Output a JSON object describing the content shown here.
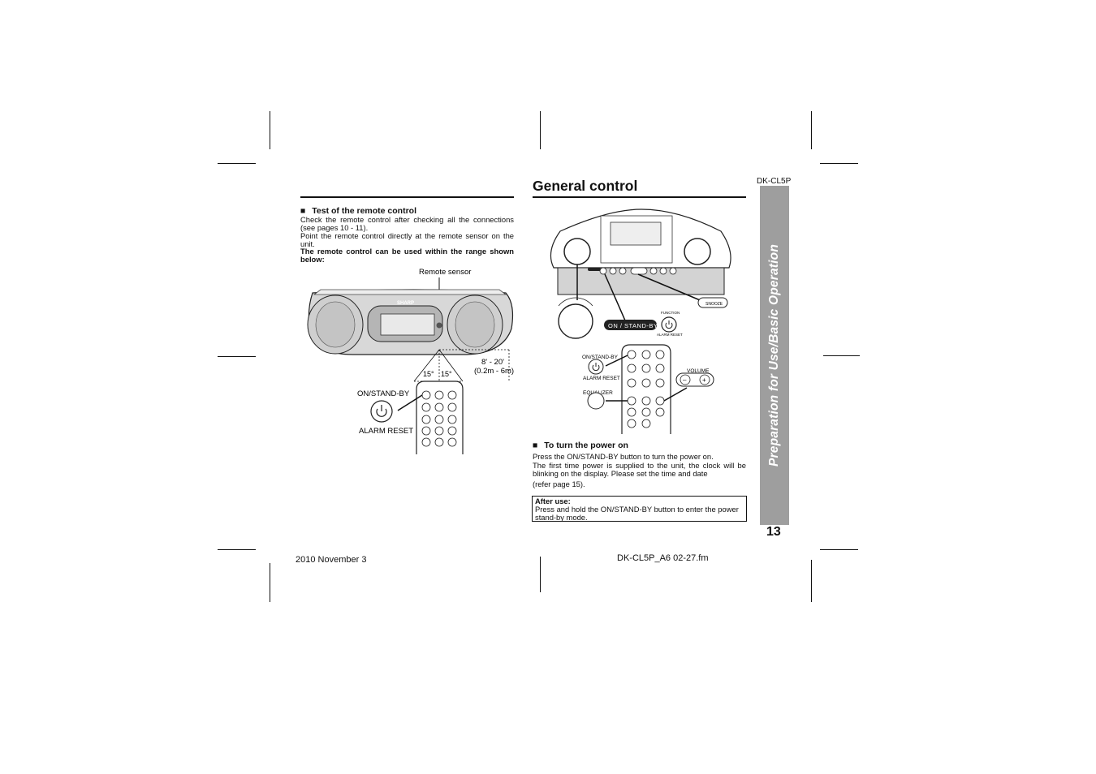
{
  "header": {
    "model": "DK-CL5P",
    "page_number": "13"
  },
  "side_tab": {
    "label": "Preparation for Use/Basic Operation"
  },
  "left": {
    "section_marker": "■",
    "section_title": "Test of the remote control",
    "para1": "Check the remote control after checking all the connections (see pages 10 - 11).",
    "para2": "Point the remote control directly at the remote sensor on the unit.",
    "para3": "The remote control can be used within the range shown below:",
    "figure": {
      "remote_sensor_label": "Remote sensor",
      "brand_label": "SHARP",
      "angle_left": "15°",
      "angle_right": "15°",
      "distance_line1": "8' - 20'",
      "distance_line2": "(0.2m - 6m)",
      "on_standby_label": "ON/STAND-BY",
      "alarm_reset_label": "ALARM RESET"
    }
  },
  "right": {
    "title": "General control",
    "figure": {
      "on_standby_pill": "ON / STAND-BY",
      "function_label": "FUNCTION",
      "alarm_reset_small": "ALARM RESET",
      "snooze_label": "SNOOZE",
      "remote_on_standby": "ON/STAND-BY",
      "remote_alarm_reset": "ALARM RESET",
      "equalizer_label": "EQUALIZER",
      "volume_label": "VOLUME",
      "vol_minus": "–",
      "vol_plus": "+"
    },
    "section_marker": "■",
    "section_title": "To turn the power on",
    "para1": "Press the ON/STAND-BY button to turn the power on.",
    "para2": "The first time power is supplied to the unit, the clock will be blinking on the display. Please set the time and date",
    "para3": "(refer page 15).",
    "after_use_title": "After use:",
    "after_use_text": "Press and hold the ON/STAND-BY button to enter the power stand-by mode."
  },
  "footer": {
    "date": "2010 November 3",
    "file": "DK-CL5P_A6 02-27.fm"
  }
}
